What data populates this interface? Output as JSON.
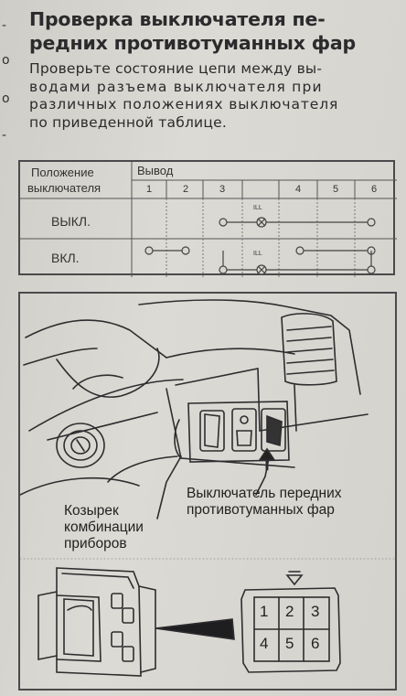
{
  "heading": {
    "line1": "Проверка выключателя пе-",
    "line2": "редних противотуманных фар"
  },
  "description": {
    "line1": "Проверьте состояние цепи между вы-",
    "line2": "водами разъема выключателя при",
    "line3": "различных положениях выключателя",
    "line4": "по приведенной таблице."
  },
  "table": {
    "header_position_line1": "Положение",
    "header_position_line2": "выключателя",
    "header_terminal": "Вывод",
    "terminals": [
      "1",
      "2",
      "3",
      "4",
      "5",
      "6"
    ],
    "rows": [
      {
        "label": "ВЫКЛ.",
        "lamp_label": "ILL"
      },
      {
        "label": "ВКЛ.",
        "lamp_label": "ILL"
      }
    ]
  },
  "figure": {
    "label_switch_line1": "Выключатель передних",
    "label_switch_line2": "противотуманных фар",
    "label_visor_line1": "Козырек",
    "label_visor_line2": "комбинации",
    "label_visor_line3": "приборов",
    "connector_pins": [
      "1",
      "2",
      "3",
      "4",
      "5",
      "6"
    ]
  }
}
